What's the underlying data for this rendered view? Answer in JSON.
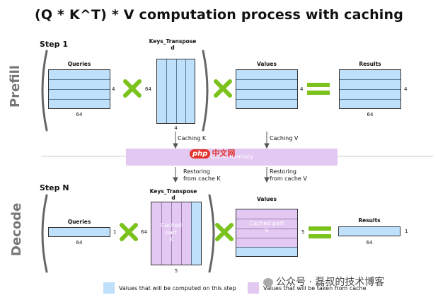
{
  "title": "(Q * K^T) * V computation process with caching",
  "prefill": {
    "side_label": "Prefill",
    "step": "Step 1",
    "queries": {
      "label": "Queries",
      "rows": "4",
      "cols": "64"
    },
    "keys": {
      "label": "Keys_Transpose",
      "sub": "d",
      "rows": "64",
      "cols": "4"
    },
    "values": {
      "label": "Values",
      "rows": "4"
    },
    "results": {
      "label": "Results",
      "rows": "4",
      "cols": "64"
    }
  },
  "cache": {
    "label": "Cache memory",
    "caching_k": "Caching K",
    "caching_v": "Caching V",
    "restore_k": [
      "Restoring",
      "from cache K"
    ],
    "restore_v": [
      "Restoring",
      "from cache V"
    ]
  },
  "decode": {
    "side_label": "Decode",
    "step": "Step N",
    "queries": {
      "label": "Queries",
      "rows": "1",
      "cols": "64"
    },
    "keys": {
      "label": "Keys_Transpose",
      "sub": "d",
      "rows": "64",
      "cols": "5",
      "cached_text": [
        "Cached",
        "part",
        "K"
      ]
    },
    "values": {
      "label": "Values",
      "rows": "5",
      "cached_text": [
        "Cached part",
        "V"
      ]
    },
    "results": {
      "label": "Results",
      "rows": "1",
      "cols": "64"
    }
  },
  "legend": {
    "computed": "Values that will be computed on this step",
    "cached": "Values that will be taken from cache"
  },
  "watermark": "公众号 · 磊叔的技术博客",
  "watermark_logo": "php中文网",
  "colors": {
    "computed": "#bfe0fb",
    "cached": "#e3c8f2",
    "operator": "#7cc21c",
    "bracket": "#666666"
  }
}
